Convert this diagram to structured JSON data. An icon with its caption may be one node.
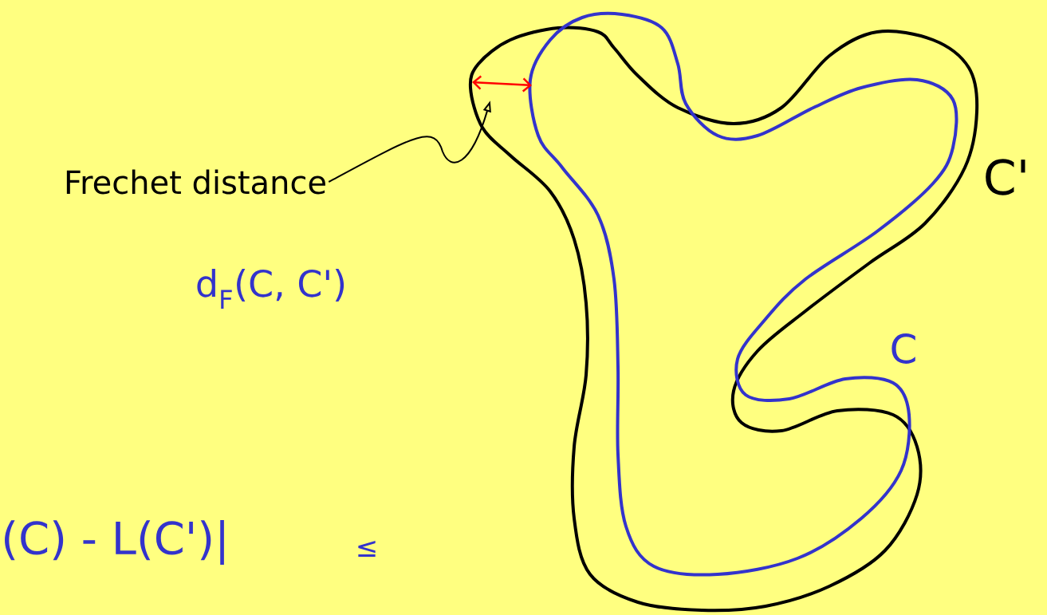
{
  "diagram": {
    "nodes": [
      {
        "text": [
          "Frechet distance"
        ]
      },
      {
        "text": [],
        "shape": "picture"
      }
    ],
    "edges": [
      {
        "from": 0,
        "to": 1,
        "arrow": "to"
      }
    ],
    "labels": [
      "d$_{F}$(C, C')",
      "C'",
      "C",
      "(C) - L(C')|",
      "≤"
    ]
  }
}
